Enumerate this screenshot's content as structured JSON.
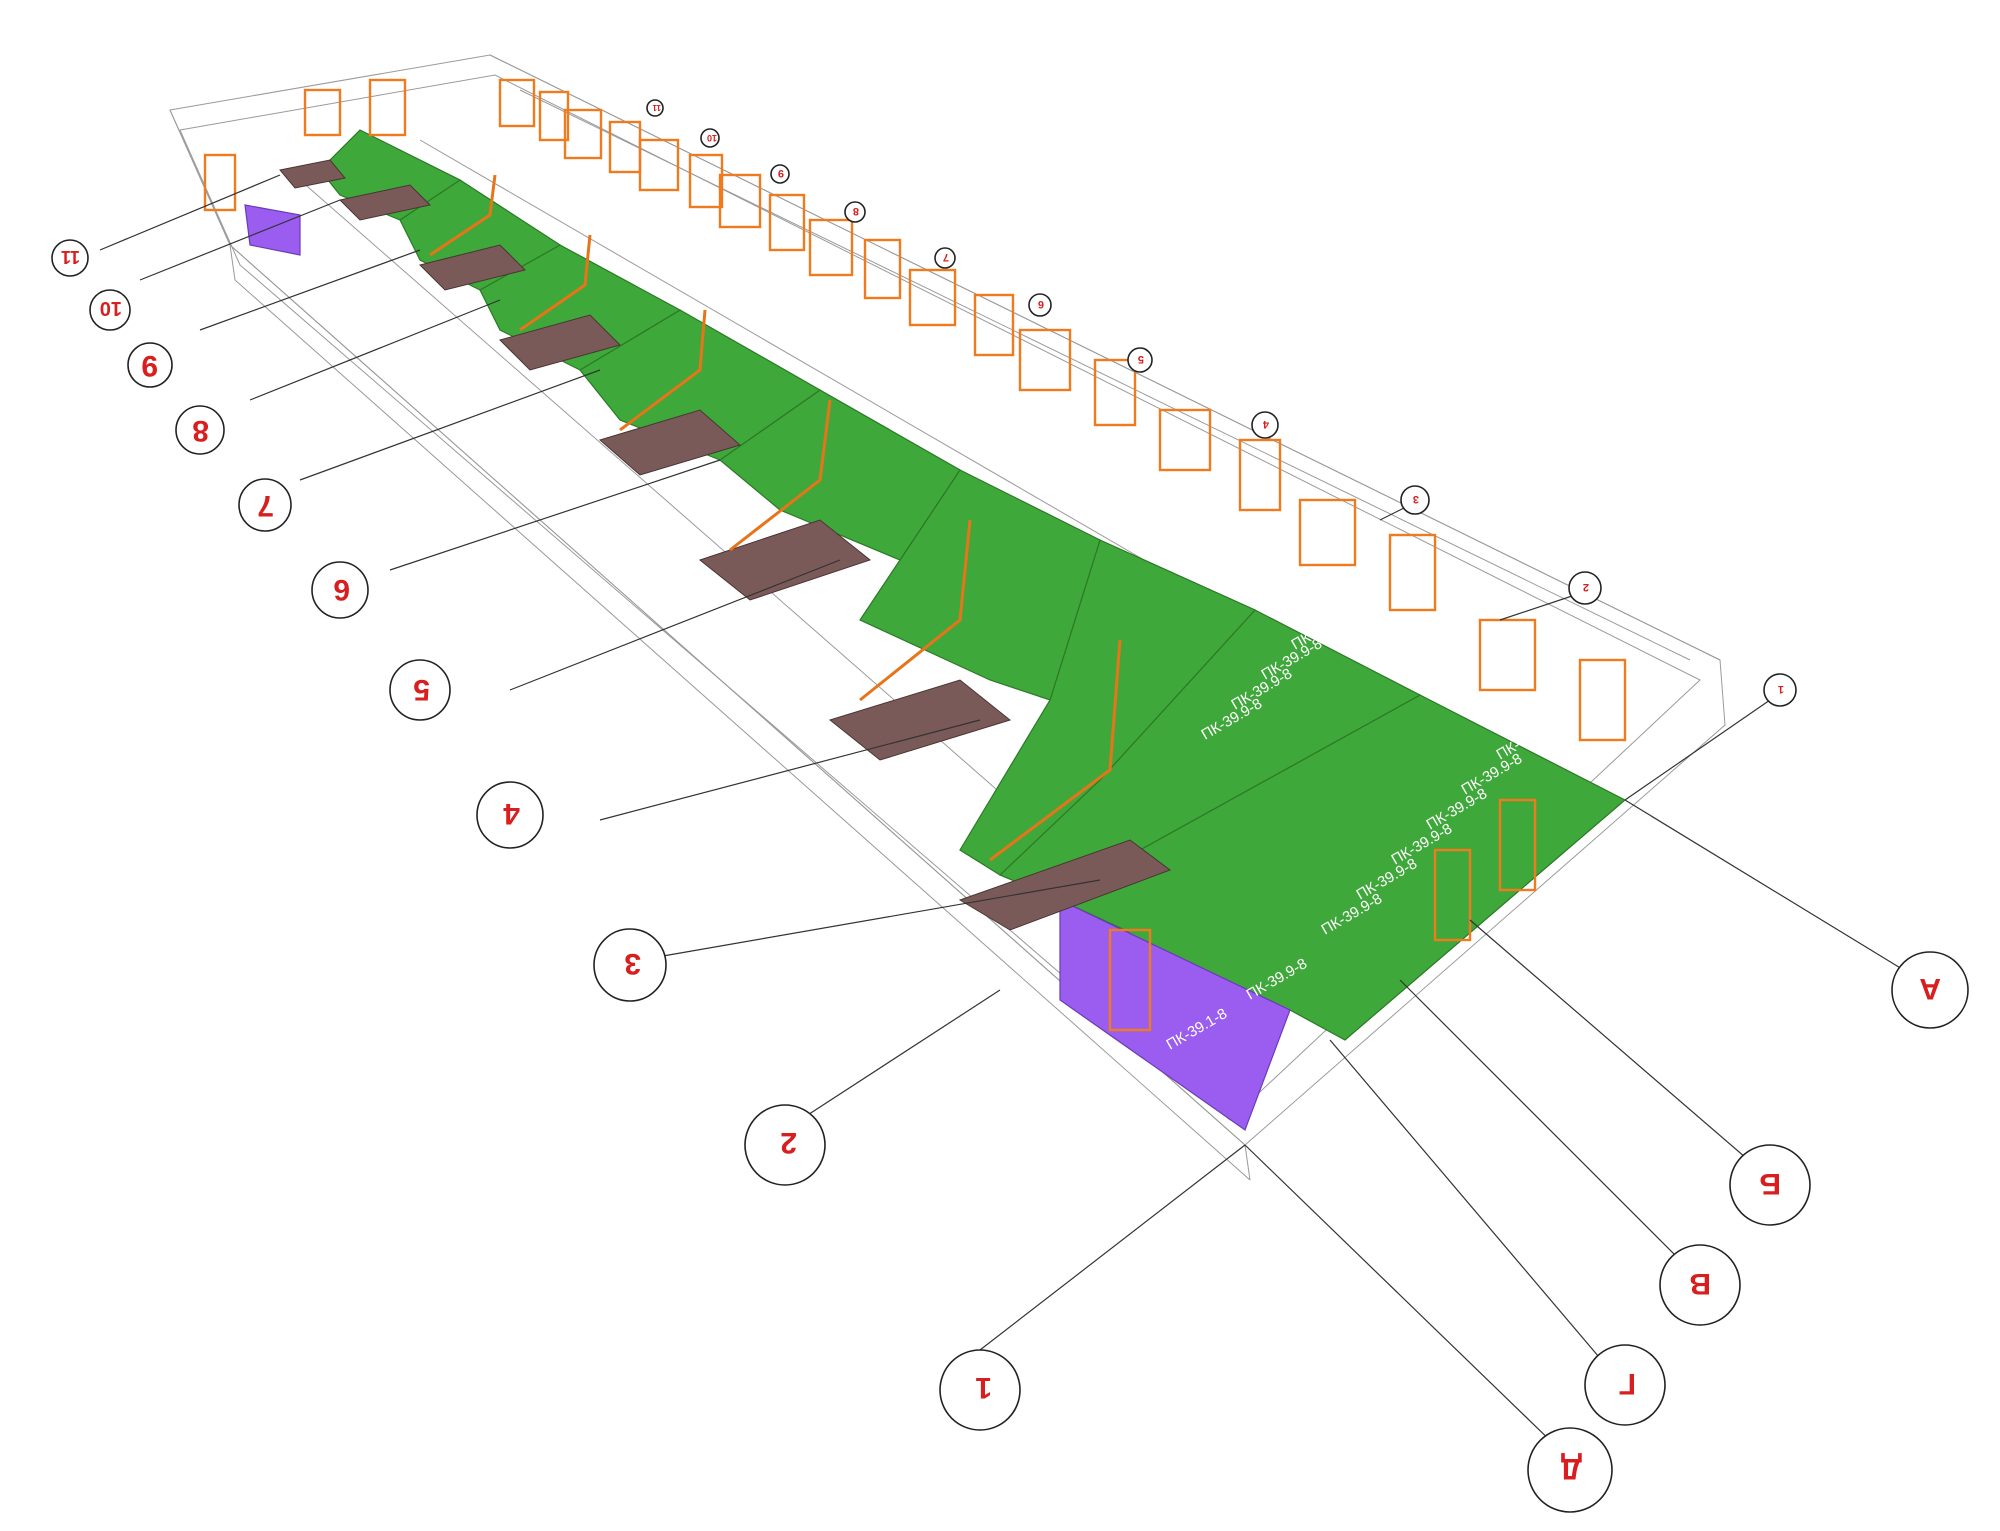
{
  "colors": {
    "slab": "#3fa83a",
    "slab_edge": "#2b7a26",
    "slab_special": "#9b5cf0",
    "window_frame": "#f07a1e",
    "stair": "#7a5a58",
    "grid_label": "#d81e1e",
    "wireframe": "#9a9a9a"
  },
  "axes_numeric": [
    "1",
    "2",
    "3",
    "4",
    "5",
    "6",
    "7",
    "8",
    "9",
    "10",
    "11"
  ],
  "axes_letter": [
    "А",
    "Б",
    "В",
    "Г",
    "Д"
  ],
  "top_axes_numeric": [
    "1",
    "2",
    "3",
    "4",
    "5",
    "6",
    "7",
    "8",
    "9",
    "10",
    "11"
  ],
  "slab_labels_main": [
    "ПК-39.9-8",
    "ПК-39.9-8",
    "ПК-39.9-8",
    "ПК-39.9-8",
    "ПК-39.9-8",
    "ПК-39.9-8",
    "ПК-39.9-8"
  ],
  "slab_label_special": "ПК-39.1-8",
  "slab_labels_bay2": [
    "ПК-39.9-8",
    "ПК-39.9-8",
    "ПК-39.9-8",
    "ПК-39.9-8"
  ]
}
